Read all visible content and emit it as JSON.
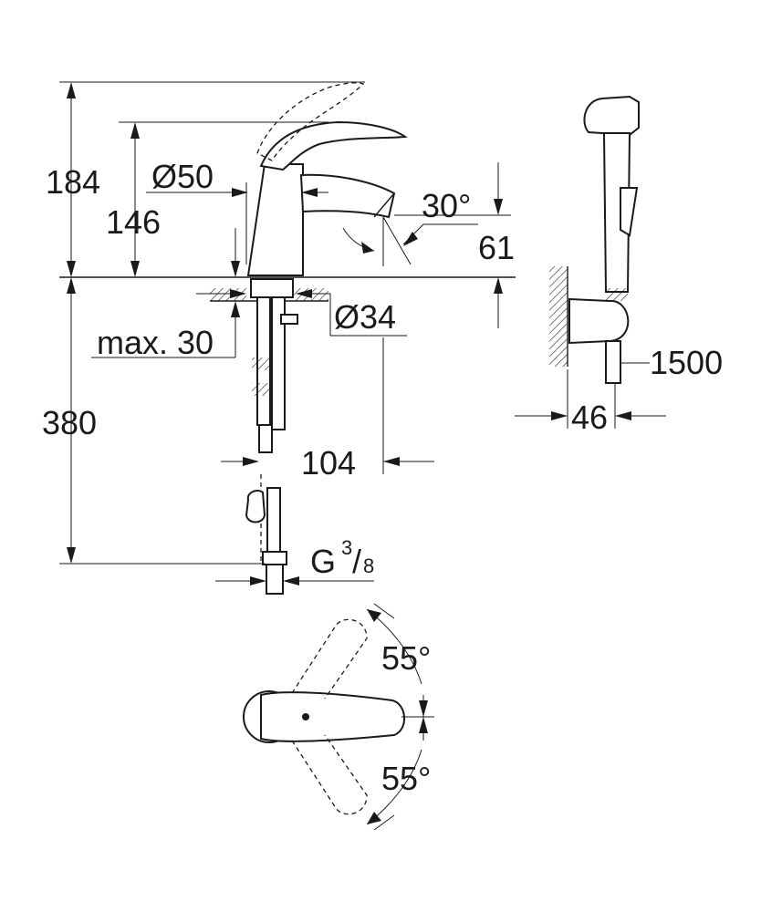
{
  "dimensions": {
    "total_height": "184",
    "spout_height": "146",
    "base_diameter": "Ø50",
    "spout_angle": "30°",
    "spout_clearance": "61",
    "hole_diameter": "Ø34",
    "max_thickness": "max. 30",
    "below_deck": "380",
    "spout_reach": "104",
    "connection_thread": "G",
    "thread_num": "3",
    "thread_den": "8",
    "hose_length": "1500",
    "bracket_depth": "46",
    "lever_angle_up": "55°",
    "lever_angle_down": "55°"
  }
}
